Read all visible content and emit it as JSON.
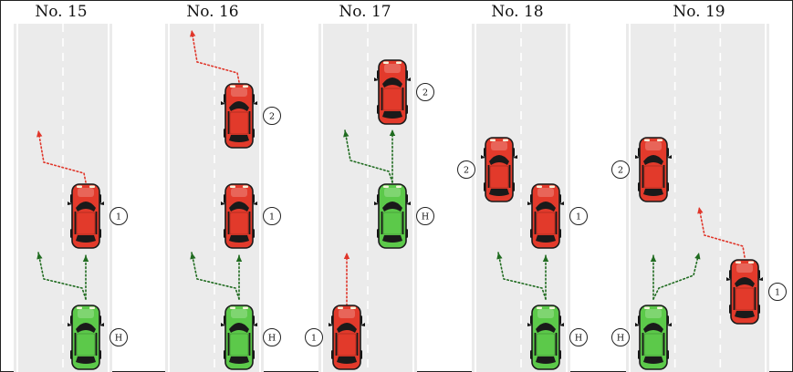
{
  "panels": [
    {
      "title": "No. 15",
      "cars": [
        {
          "color": "red",
          "badge": "1",
          "badge_side": "right"
        },
        {
          "color": "green",
          "badge": "H",
          "badge_side": "right"
        }
      ]
    },
    {
      "title": "No. 16",
      "cars": [
        {
          "color": "red",
          "badge": "2",
          "badge_side": "right"
        },
        {
          "color": "red",
          "badge": "1",
          "badge_side": "right"
        },
        {
          "color": "green",
          "badge": "H",
          "badge_side": "right"
        }
      ]
    },
    {
      "title": "No. 17",
      "cars": [
        {
          "color": "red",
          "badge": "2",
          "badge_side": "right"
        },
        {
          "color": "green",
          "badge": "H",
          "badge_side": "right"
        },
        {
          "color": "red",
          "badge": "1",
          "badge_side": "left"
        }
      ]
    },
    {
      "title": "No. 18",
      "cars": [
        {
          "color": "red",
          "badge": "2",
          "badge_side": "left"
        },
        {
          "color": "red",
          "badge": "1",
          "badge_side": "right"
        },
        {
          "color": "green",
          "badge": "H",
          "badge_side": "right"
        }
      ]
    },
    {
      "title": "No. 19",
      "cars": [
        {
          "color": "red",
          "badge": "2",
          "badge_side": "left"
        },
        {
          "color": "red",
          "badge": "1",
          "badge_side": "right"
        },
        {
          "color": "green",
          "badge": "H",
          "badge_side": "left"
        }
      ]
    }
  ],
  "colors": {
    "road": "#ebebeb",
    "lane_line": "#ffffff",
    "car_red": "#e23a2b",
    "car_green": "#5cc94a",
    "arrow_red": "#e0362a",
    "arrow_green": "#1f6b1f"
  }
}
